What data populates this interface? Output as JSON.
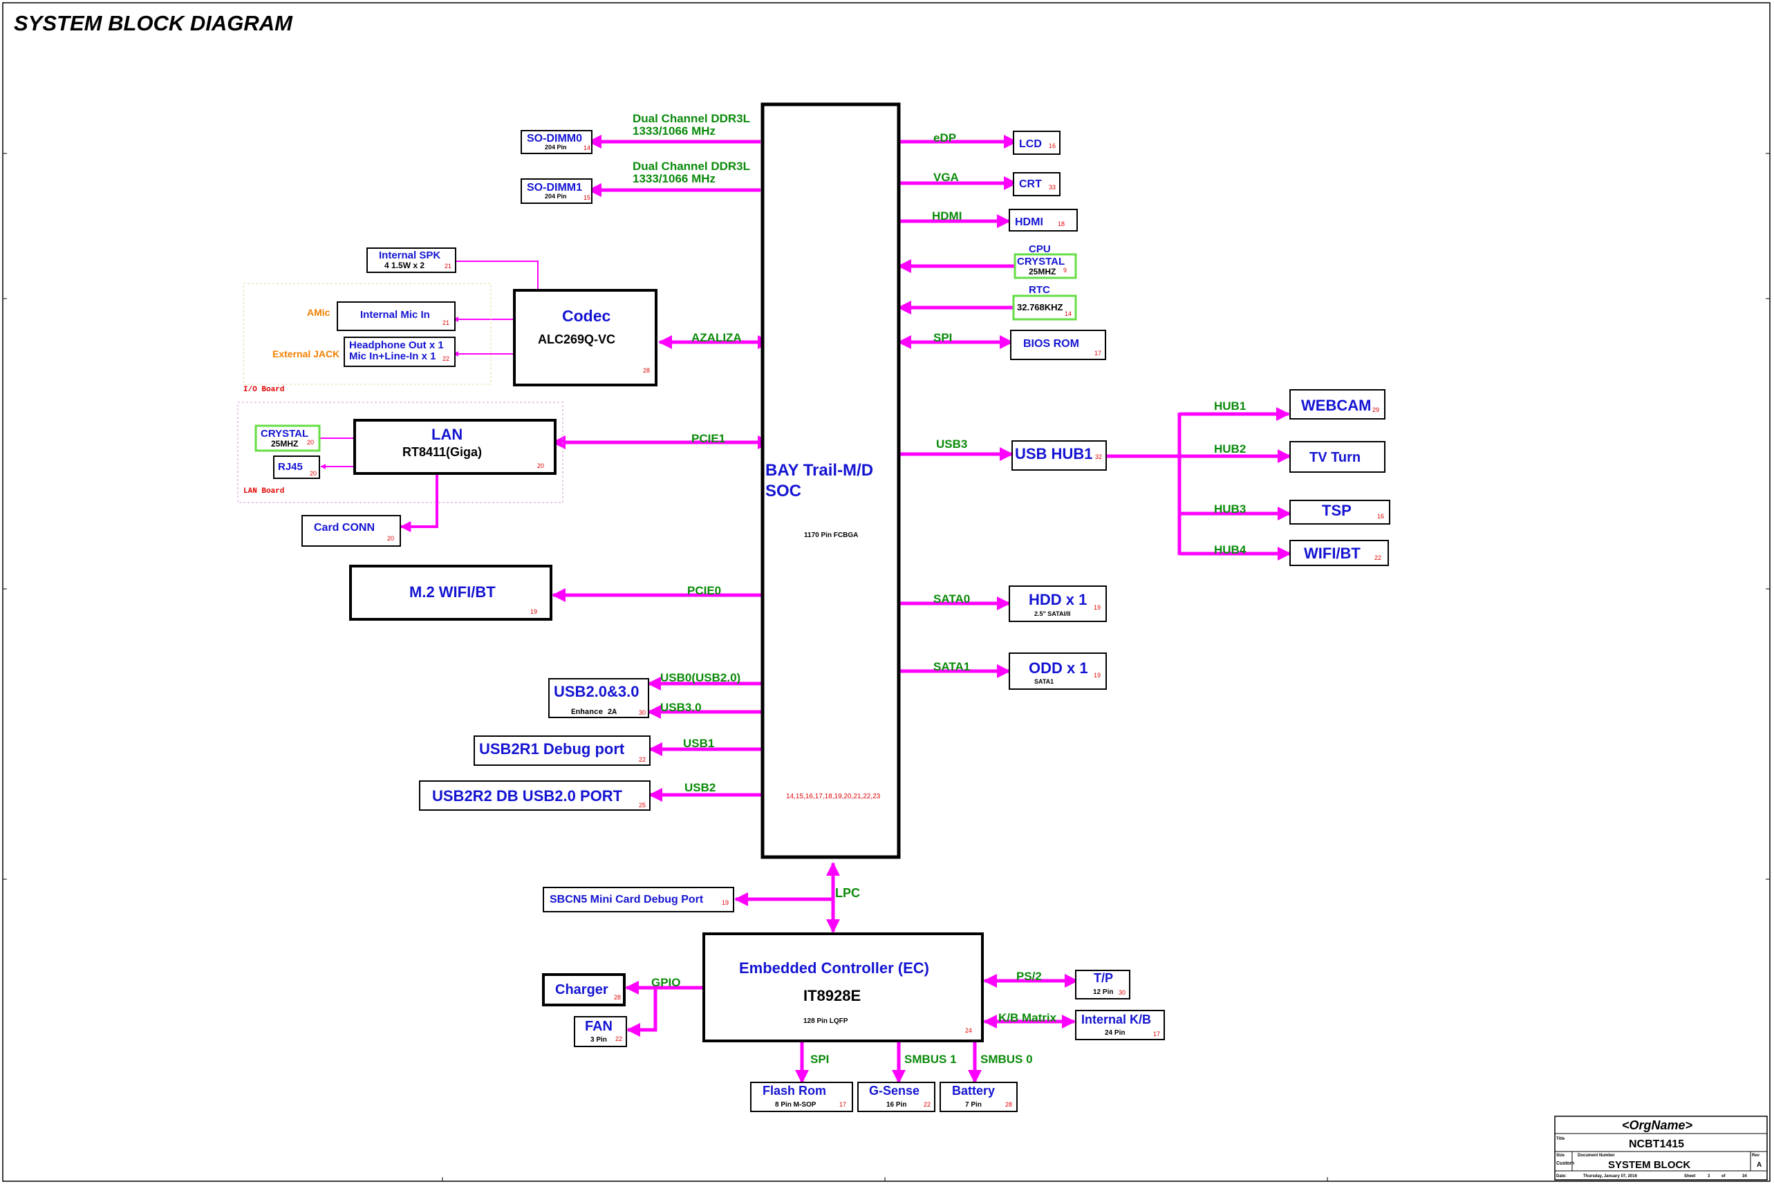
{
  "page": {
    "title": "SYSTEM BLOCK DIAGRAM",
    "io_board": "I/O Board",
    "lan_board": "LAN Board"
  },
  "soc": {
    "name_line1": "BAY Trail-M/D",
    "name_line2": "SOC",
    "package": "1170 Pin FCBGA",
    "pages": "14,15,16,17,18,19,20,21,22,23"
  },
  "left": {
    "dimm0": {
      "name": "SO-DIMM0",
      "sub": "204 Pin",
      "page": "14",
      "bus1": "Dual Channel DDR3L",
      "bus2": "1333/1066 MHz"
    },
    "dimm1": {
      "name": "SO-DIMM1",
      "sub": "204 Pin",
      "page": "15",
      "bus1": "Dual Channel DDR3L",
      "bus2": "1333/1066 MHz"
    },
    "spk": {
      "name": "Internal SPK",
      "sub": "4    1.5W x 2",
      "page": "21"
    },
    "mic": {
      "tag": "AMic",
      "name": "Internal Mic In",
      "page": "21"
    },
    "jack": {
      "tag": "External JACK",
      "line1": "Headphone Out x 1",
      "line2": "Mic In+Line-In x 1",
      "page": "22"
    },
    "codec": {
      "name": "Codec",
      "part": "ALC269Q-VC",
      "page": "28",
      "bus": "AZALIZA"
    },
    "lan_crystal": {
      "name": "CRYSTAL",
      "freq": "25MHZ",
      "page": "20"
    },
    "rj45": {
      "name": "RJ45",
      "page": "20"
    },
    "lan": {
      "name": "LAN",
      "part": "RT8411(Giga)",
      "page": "20",
      "bus": "PCIE1"
    },
    "card": {
      "name": "Card CONN",
      "page": "20"
    },
    "wifi_m2": {
      "name": "M.2 WIFI/BT",
      "page": "19",
      "bus": "PCIE0"
    },
    "usb23": {
      "name": "USB2.0&3.0",
      "sub": "Enhance 2A",
      "page": "30",
      "bus_a": "USB0(USB2.0)",
      "bus_b": "USB3.0"
    },
    "usb2r1": {
      "name": "USB2R1 Debug port",
      "page": "22",
      "bus": "USB1"
    },
    "usb2r2": {
      "name": "USB2R2  DB USB2.0 PORT",
      "page": "25",
      "bus": "USB2"
    }
  },
  "right": {
    "lcd": {
      "name": "LCD",
      "page": "16",
      "bus": "eDP"
    },
    "crt": {
      "name": "CRT",
      "page": "33",
      "bus": "VGA"
    },
    "hdmi": {
      "name": "HDMI",
      "page": "18",
      "bus": "HDMI"
    },
    "cpu_crystal": {
      "label": "CPU",
      "name": "CRYSTAL",
      "freq": "25MHZ",
      "page": "9"
    },
    "rtc": {
      "label": "RTC",
      "freq": "32.768KHZ",
      "page": "14"
    },
    "bios": {
      "name": "BIOS ROM",
      "page": "17",
      "bus": "SPI"
    },
    "usbhub": {
      "name": "USB HUB1",
      "page": "32",
      "bus": "USB3"
    },
    "webcam": {
      "name": "WEBCAM",
      "page": "29",
      "bus": "HUB1"
    },
    "tvturn": {
      "name": "TV Turn",
      "bus": "HUB2"
    },
    "tsp": {
      "name": "TSP",
      "page": "16",
      "bus": "HUB3"
    },
    "wifibt": {
      "name": "WIFI/BT",
      "page": "22",
      "bus": "HUB4"
    },
    "hdd": {
      "name": "HDD x 1",
      "sub": "2.5\" SATAI/II",
      "page": "19",
      "bus": "SATA0"
    },
    "odd": {
      "name": "ODD x 1",
      "sub": "SATA1",
      "page": "19",
      "bus": "SATA1"
    }
  },
  "ec": {
    "name": "Embedded Controller (EC)",
    "part": "IT8928E",
    "package": "128 Pin LQFP",
    "page": "24",
    "lpc": "LPC",
    "gpio": "GPIO",
    "ps2": "PS/2",
    "kb_matrix": "K/B Matrix",
    "spi": "SPI",
    "smbus1": "SMBUS 1",
    "smbus0": "SMBUS 0"
  },
  "ec_periph": {
    "debug": {
      "name": "SBCN5   Mini Card Debug Port",
      "page": "19"
    },
    "charger": {
      "name": "Charger",
      "page": "28"
    },
    "fan": {
      "name": "FAN",
      "sub": "3 Pin",
      "page": "22"
    },
    "tp": {
      "name": "T/P",
      "sub": "12 Pin",
      "page": "30"
    },
    "kb": {
      "name": "Internal K/B",
      "sub": "24 Pin",
      "page": "17"
    },
    "flash": {
      "name": "Flash Rom",
      "sub": "8 Pin M-SOP",
      "page": "17"
    },
    "gsense": {
      "name": "G-Sense",
      "sub": "16 Pin",
      "page": "22"
    },
    "battery": {
      "name": "Battery",
      "sub": "7 Pin",
      "page": "28"
    }
  },
  "titleblock": {
    "org": "<OrgName>",
    "title_label": "Title",
    "title": "NCBT1415",
    "size_label": "Size",
    "size": "Custom",
    "docnum_label": "Document Number",
    "docnum": "SYSTEM BLOCK",
    "rev_label": "Rev",
    "rev": "A",
    "date_label": "Date:",
    "date": "Thursday, January 07, 2016",
    "sheet_label": "Sheet",
    "sheet": "3",
    "of_label": "of",
    "of": "34"
  },
  "colors": {
    "bus": "#ff00ff",
    "label_blue": "#1414d2",
    "bus_green": "#0a8a0a",
    "page_red": "#e00000",
    "crystal_green": "#66dd44"
  }
}
